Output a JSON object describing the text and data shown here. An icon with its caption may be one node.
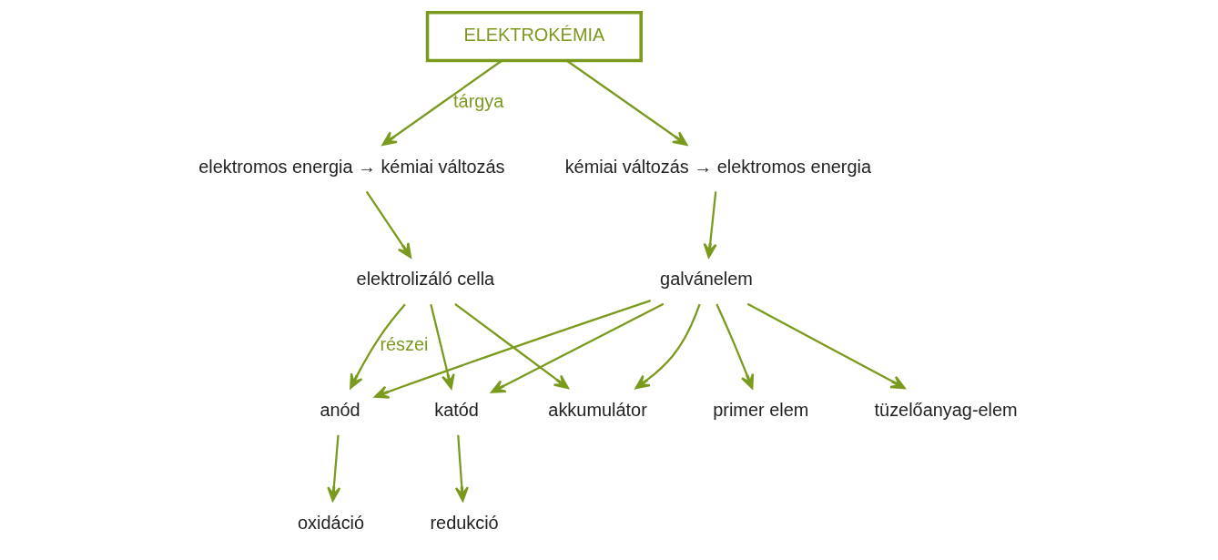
{
  "diagram": {
    "nodes": [
      {
        "text": [
          "ELEKTROKÉMIA"
        ]
      },
      {
        "text": [
          "elektromos energia → kémiai változás"
        ]
      },
      {
        "text": [
          "kémiai változás → elektromos energia"
        ]
      },
      {
        "text": [
          "elektrolizáló cella"
        ]
      },
      {
        "text": [
          "galvánelem"
        ]
      },
      {
        "text": [
          "anód"
        ]
      },
      {
        "text": [
          "katód"
        ]
      },
      {
        "text": [
          "oxidáció"
        ]
      },
      {
        "text": [
          "redukció"
        ]
      },
      {
        "text": [
          "akkumulátor"
        ]
      },
      {
        "text": [
          "primer elem"
        ]
      },
      {
        "text": [
          "tüzelőanyag-elem"
        ]
      }
    ],
    "edges": [
      {
        "from": 0,
        "to": 1,
        "arrow": "to",
        "label": "tárgya"
      },
      {
        "from": 0,
        "to": 2,
        "arrow": "to"
      },
      {
        "from": 1,
        "to": 3,
        "arrow": "to"
      },
      {
        "from": 2,
        "to": 4,
        "arrow": "to"
      },
      {
        "from": 3,
        "to": 5,
        "arrow": "to",
        "label": "részei"
      },
      {
        "from": 3,
        "to": 6,
        "arrow": "to"
      },
      {
        "from": 4,
        "to": 5,
        "arrow": "to"
      },
      {
        "from": 4,
        "to": 6,
        "arrow": "to"
      },
      {
        "from": 5,
        "to": 7,
        "arrow": "to"
      },
      {
        "from": 6,
        "to": 8,
        "arrow": "to"
      },
      {
        "from": 3,
        "to": 9,
        "arrow": "to"
      },
      {
        "from": 4,
        "to": 9,
        "arrow": "to"
      },
      {
        "from": 4,
        "to": 10,
        "arrow": "to"
      },
      {
        "from": 4,
        "to": 11,
        "arrow": "to"
      }
    ]
  }
}
